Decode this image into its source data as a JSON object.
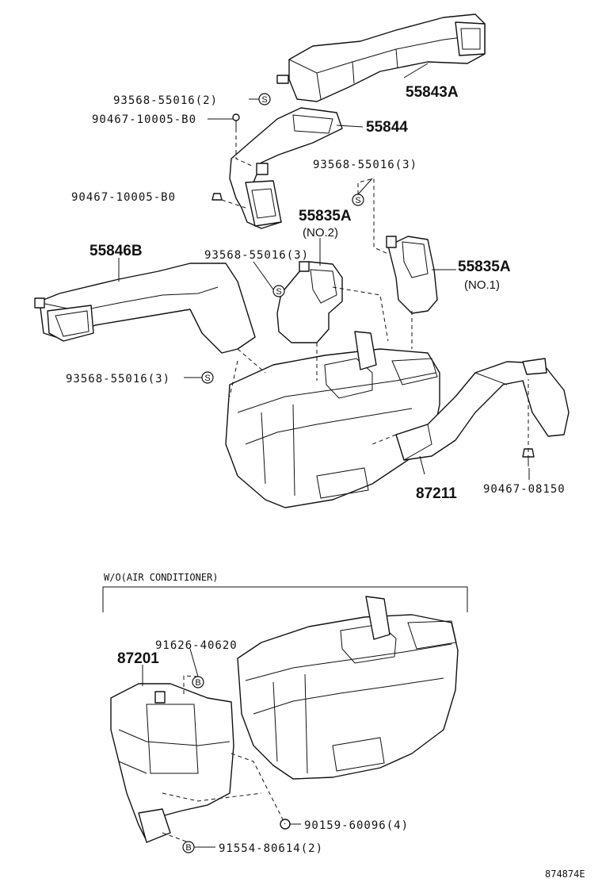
{
  "labels": {
    "p55843A": "55843A",
    "p55844": "55844",
    "p55835A_top": "55835A",
    "p55835A_top_note": "(NO.2)",
    "p55835A_right": "55835A",
    "p55835A_right_note": "(NO.1)",
    "p55846B": "55846B",
    "p87211": "87211",
    "p87201": "87201",
    "screw_1": "93568-55016(2)",
    "bolt_1": "90467-10005-B0",
    "screw_2": "93568-55016(3)",
    "bolt_2": "90467-10005-B0",
    "screw_3": "93568-55016(3)",
    "screw_4": "93568-55016(3)",
    "bolt_3": "90467-08150",
    "b_part": "91626-40620",
    "bolt_4": "90159-60096(4)",
    "b_part_2": "91554-80614(2)",
    "section_title": "W/O(AIR CONDITIONER)",
    "diagram_code": "874874E"
  },
  "symbols": {
    "screw": "S",
    "b_ref": "B"
  }
}
